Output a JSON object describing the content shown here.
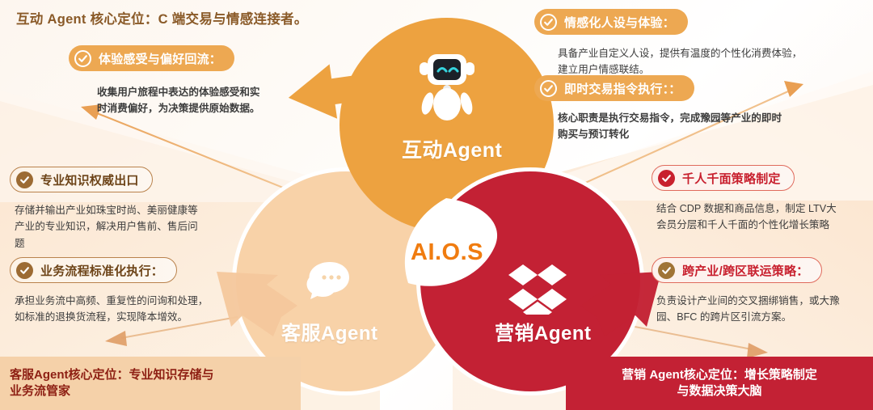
{
  "header": {
    "title": "互动 Agent 核心定位：C 端交易与情感连接者。"
  },
  "center": {
    "aios": "AI.O.S"
  },
  "circles": [
    {
      "id": "interaction",
      "label": "互动Agent",
      "color": "#eda240",
      "icon": "robot-icon"
    },
    {
      "id": "service",
      "label": "客服Agent",
      "color": "#f8d2a8",
      "icon": "chat-bubble-icon"
    },
    {
      "id": "marketing",
      "label": "营销Agent",
      "color": "#c32134",
      "icon": "dropbox-boxes-icon"
    }
  ],
  "cards": {
    "top_left": {
      "pill": "体验感受与偏好回流：",
      "body_line1": "收集用户旅程中表达的体验感受和实",
      "body_line2": "时消费偏好，为决策提供原始数据。"
    },
    "top_right_1": {
      "pill": "情感化人设与体验：",
      "body_line1": "具备产业自定义人设，提供有温度的个性化消费体验，",
      "body_line2": "建立用户情感联结。"
    },
    "top_right_2": {
      "pill": "即时交易指令执行：：",
      "body_line1": "核心职责是执行交易指令，完成豫园等产业的即时",
      "body_line2": "购买与预订转化"
    },
    "left_1": {
      "pill": "专业知识权威出口",
      "body_line1": "存储并输出产业如珠宝时尚、美丽健康等",
      "body_line2": "产业的专业知识，解决用户售前、售后问",
      "body_line3": "题"
    },
    "left_2": {
      "pill": "业务流程标准化执行：",
      "body_line1": "承担业务流中高频、重复性的问询和处理，",
      "body_line2": "如标准的退换货流程，实现降本增效。"
    },
    "right_1": {
      "pill": "千人千面策略制定",
      "body_line1": "结合 CDP 数据和商品信息，制定 LTV大",
      "body_line2": "会员分层和千人千面的个性化增长策略"
    },
    "right_2": {
      "pill": "跨产业/跨区联运策略：",
      "body_line1": "负责设计产业间的交叉捆绑销售，或大豫",
      "body_line2": "园、BFC 的跨片区引流方案。"
    }
  },
  "banners": {
    "left_line1": "客服Agent核心定位：专业知识存储与",
    "left_line2": "业务流管家",
    "right_line1": "营销 Agent核心定位：增长策略制定",
    "right_line2": "与数据决策大脑"
  },
  "colors": {
    "orange": "#eda240",
    "peach": "#f8d2a8",
    "red": "#c32134",
    "brown_text": "#6d4418",
    "header_brown": "#8a5a28",
    "aios_orange": "#f07c10"
  }
}
